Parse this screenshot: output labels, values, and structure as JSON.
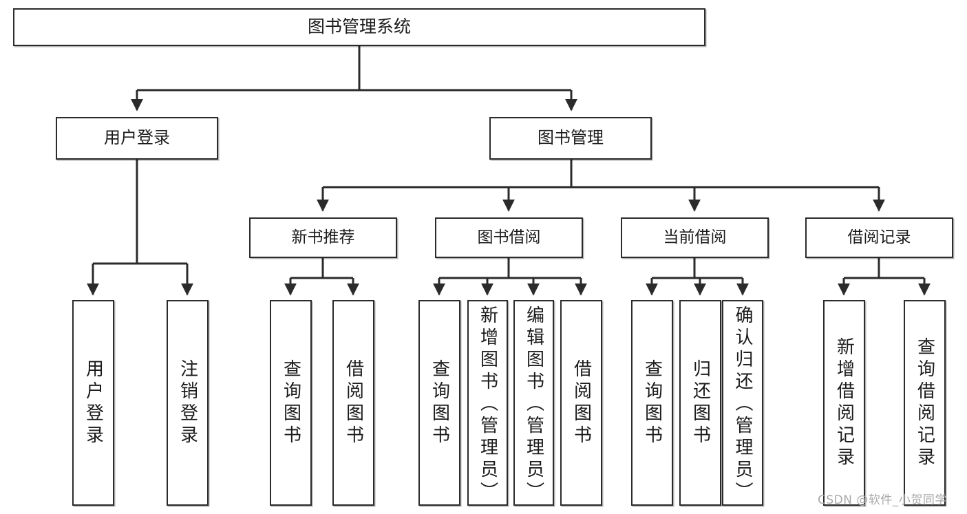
{
  "diagram": {
    "type": "tree-hierarchy",
    "title": "图书管理系统",
    "watermark": "CSDN @软件_小贺同学",
    "colors": {
      "box_border": "#2b2b2b",
      "box_fill": "#ffffff",
      "edge": "#2b2b2b",
      "text": "#1b1b1b",
      "watermark": "#a9a9a9"
    },
    "root": {
      "label": "图书管理系统"
    },
    "level2": [
      {
        "label": "用户登录"
      },
      {
        "label": "图书管理"
      }
    ],
    "level3": [
      {
        "label": "新书推荐"
      },
      {
        "label": "图书借阅"
      },
      {
        "label": "当前借阅"
      },
      {
        "label": "借阅记录"
      }
    ],
    "leaves": {
      "user_login": [
        {
          "label": "用户登录"
        },
        {
          "label": "注销登录"
        }
      ],
      "new_book_recommend": [
        {
          "label": "查询图书"
        },
        {
          "label": "借阅图书"
        }
      ],
      "book_borrow": [
        {
          "label": "查询图书"
        },
        {
          "label": "新增图书（管理员）"
        },
        {
          "label": "编辑图书（管理员）"
        },
        {
          "label": "借阅图书"
        }
      ],
      "current_borrow": [
        {
          "label": "查询图书"
        },
        {
          "label": "归还图书"
        },
        {
          "label": "确认归还（管理员）"
        }
      ],
      "borrow_record": [
        {
          "label": "新增借阅记录"
        },
        {
          "label": "查询借阅记录"
        }
      ]
    }
  }
}
